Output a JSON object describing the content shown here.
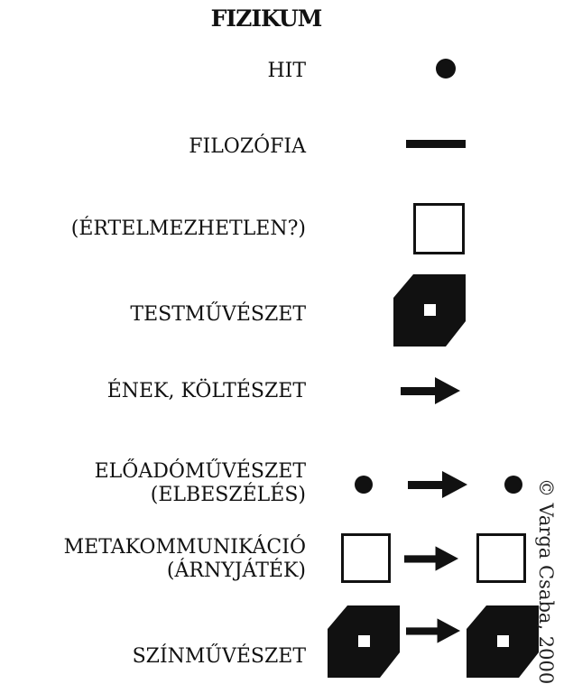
{
  "title": "FIZIKUM",
  "rows": [
    {
      "label": "HIT",
      "sublabel": ""
    },
    {
      "label": "FILOZÓFIA",
      "sublabel": ""
    },
    {
      "label": "(ÉRTELMEZHETLEN?)",
      "sublabel": ""
    },
    {
      "label": "TESTMŰVÉSZET",
      "sublabel": ""
    },
    {
      "label": "ÉNEK, KÖLTÉSZET",
      "sublabel": ""
    },
    {
      "label": "ELŐADÓMŰVÉSZET",
      "sublabel": "(ELBESZÉLÉS)"
    },
    {
      "label": "METAKOMMUNIKÁCIÓ",
      "sublabel": "(ÁRNYJÁTÉK)"
    },
    {
      "label": "SZÍNMŰVÉSZET",
      "sublabel": ""
    }
  ],
  "symbols": [
    {
      "row": "HIT",
      "shapes": [
        "dot"
      ]
    },
    {
      "row": "FILOZÓFIA",
      "shapes": [
        "line"
      ]
    },
    {
      "row": "(ÉRTELMEZHETLEN?)",
      "shapes": [
        "square"
      ]
    },
    {
      "row": "TESTMŰVÉSZET",
      "shapes": [
        "solid-body"
      ]
    },
    {
      "row": "ÉNEK, KÖLTÉSZET",
      "shapes": [
        "arrow"
      ]
    },
    {
      "row": "ELŐADÓMŰVÉSZET",
      "shapes": [
        "dot",
        "arrow",
        "dot"
      ]
    },
    {
      "row": "METAKOMMUNIKÁCIÓ",
      "shapes": [
        "square",
        "arrow",
        "square"
      ]
    },
    {
      "row": "SZÍNMŰVÉSZET",
      "shapes": [
        "solid-body",
        "arrow",
        "solid-body"
      ]
    }
  ],
  "copyright": "© Varga Csaba, 2000",
  "colors": {
    "ink": "#111111",
    "background": "#ffffff"
  }
}
